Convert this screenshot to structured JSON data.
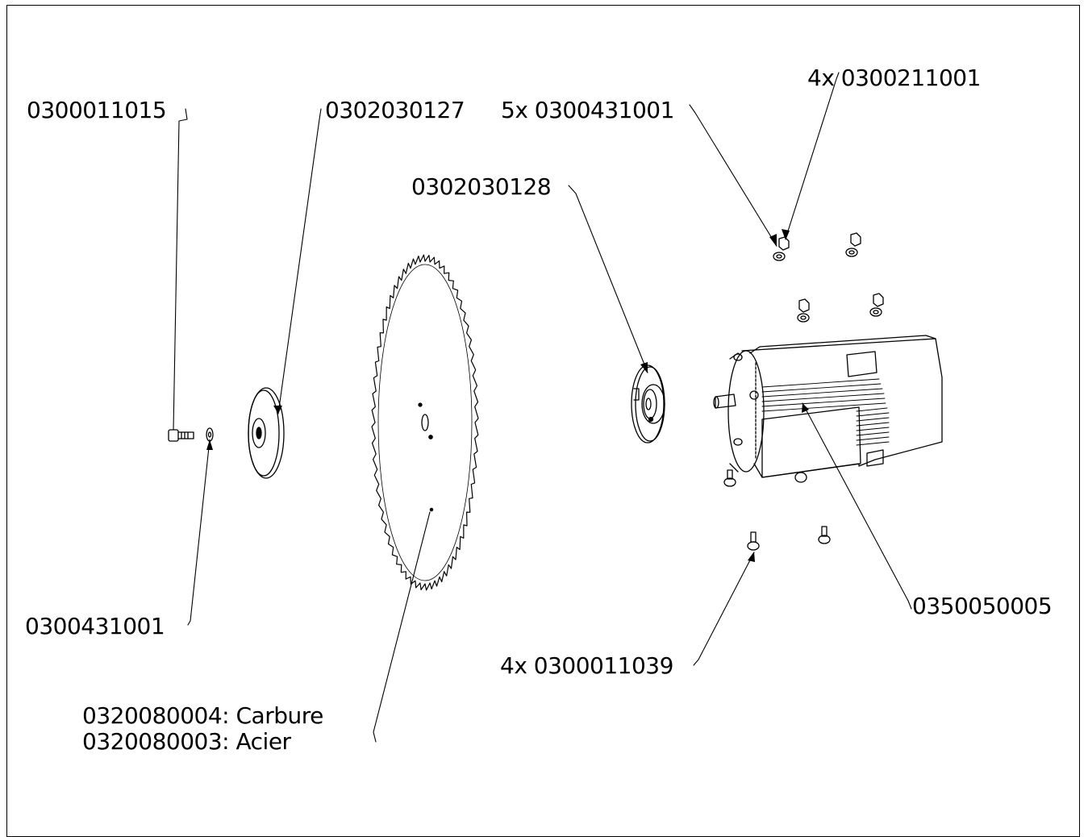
{
  "callouts": {
    "bolt": "0300011015",
    "flange_outer": "0302030127",
    "washers_5x": "5x 0300431001",
    "nuts_4x": "4x 0300211001",
    "flange_inner": "0302030128",
    "washer_single": "0300431001",
    "motor": "0350050005",
    "screws_4x": "4x 0300011039",
    "blade_carbide": "0320080004: Carbure",
    "blade_steel": "0320080003: Acier"
  }
}
